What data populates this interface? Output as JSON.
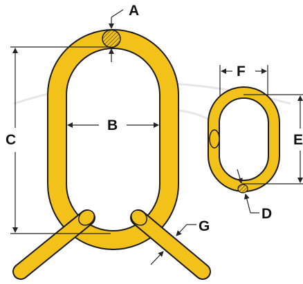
{
  "labels": {
    "a": "A",
    "b": "B",
    "c": "C",
    "d": "D",
    "e": "E",
    "f": "F",
    "g": "G"
  },
  "colors": {
    "link_fill": "#f2c21b",
    "link_stroke": "#1a1a1a",
    "dimension_line": "#222222",
    "background": "#ffffff",
    "watermark": "#e6e6e6"
  },
  "parts": [
    "master-link",
    "sub-link",
    "leg-link-left",
    "leg-link-right"
  ]
}
